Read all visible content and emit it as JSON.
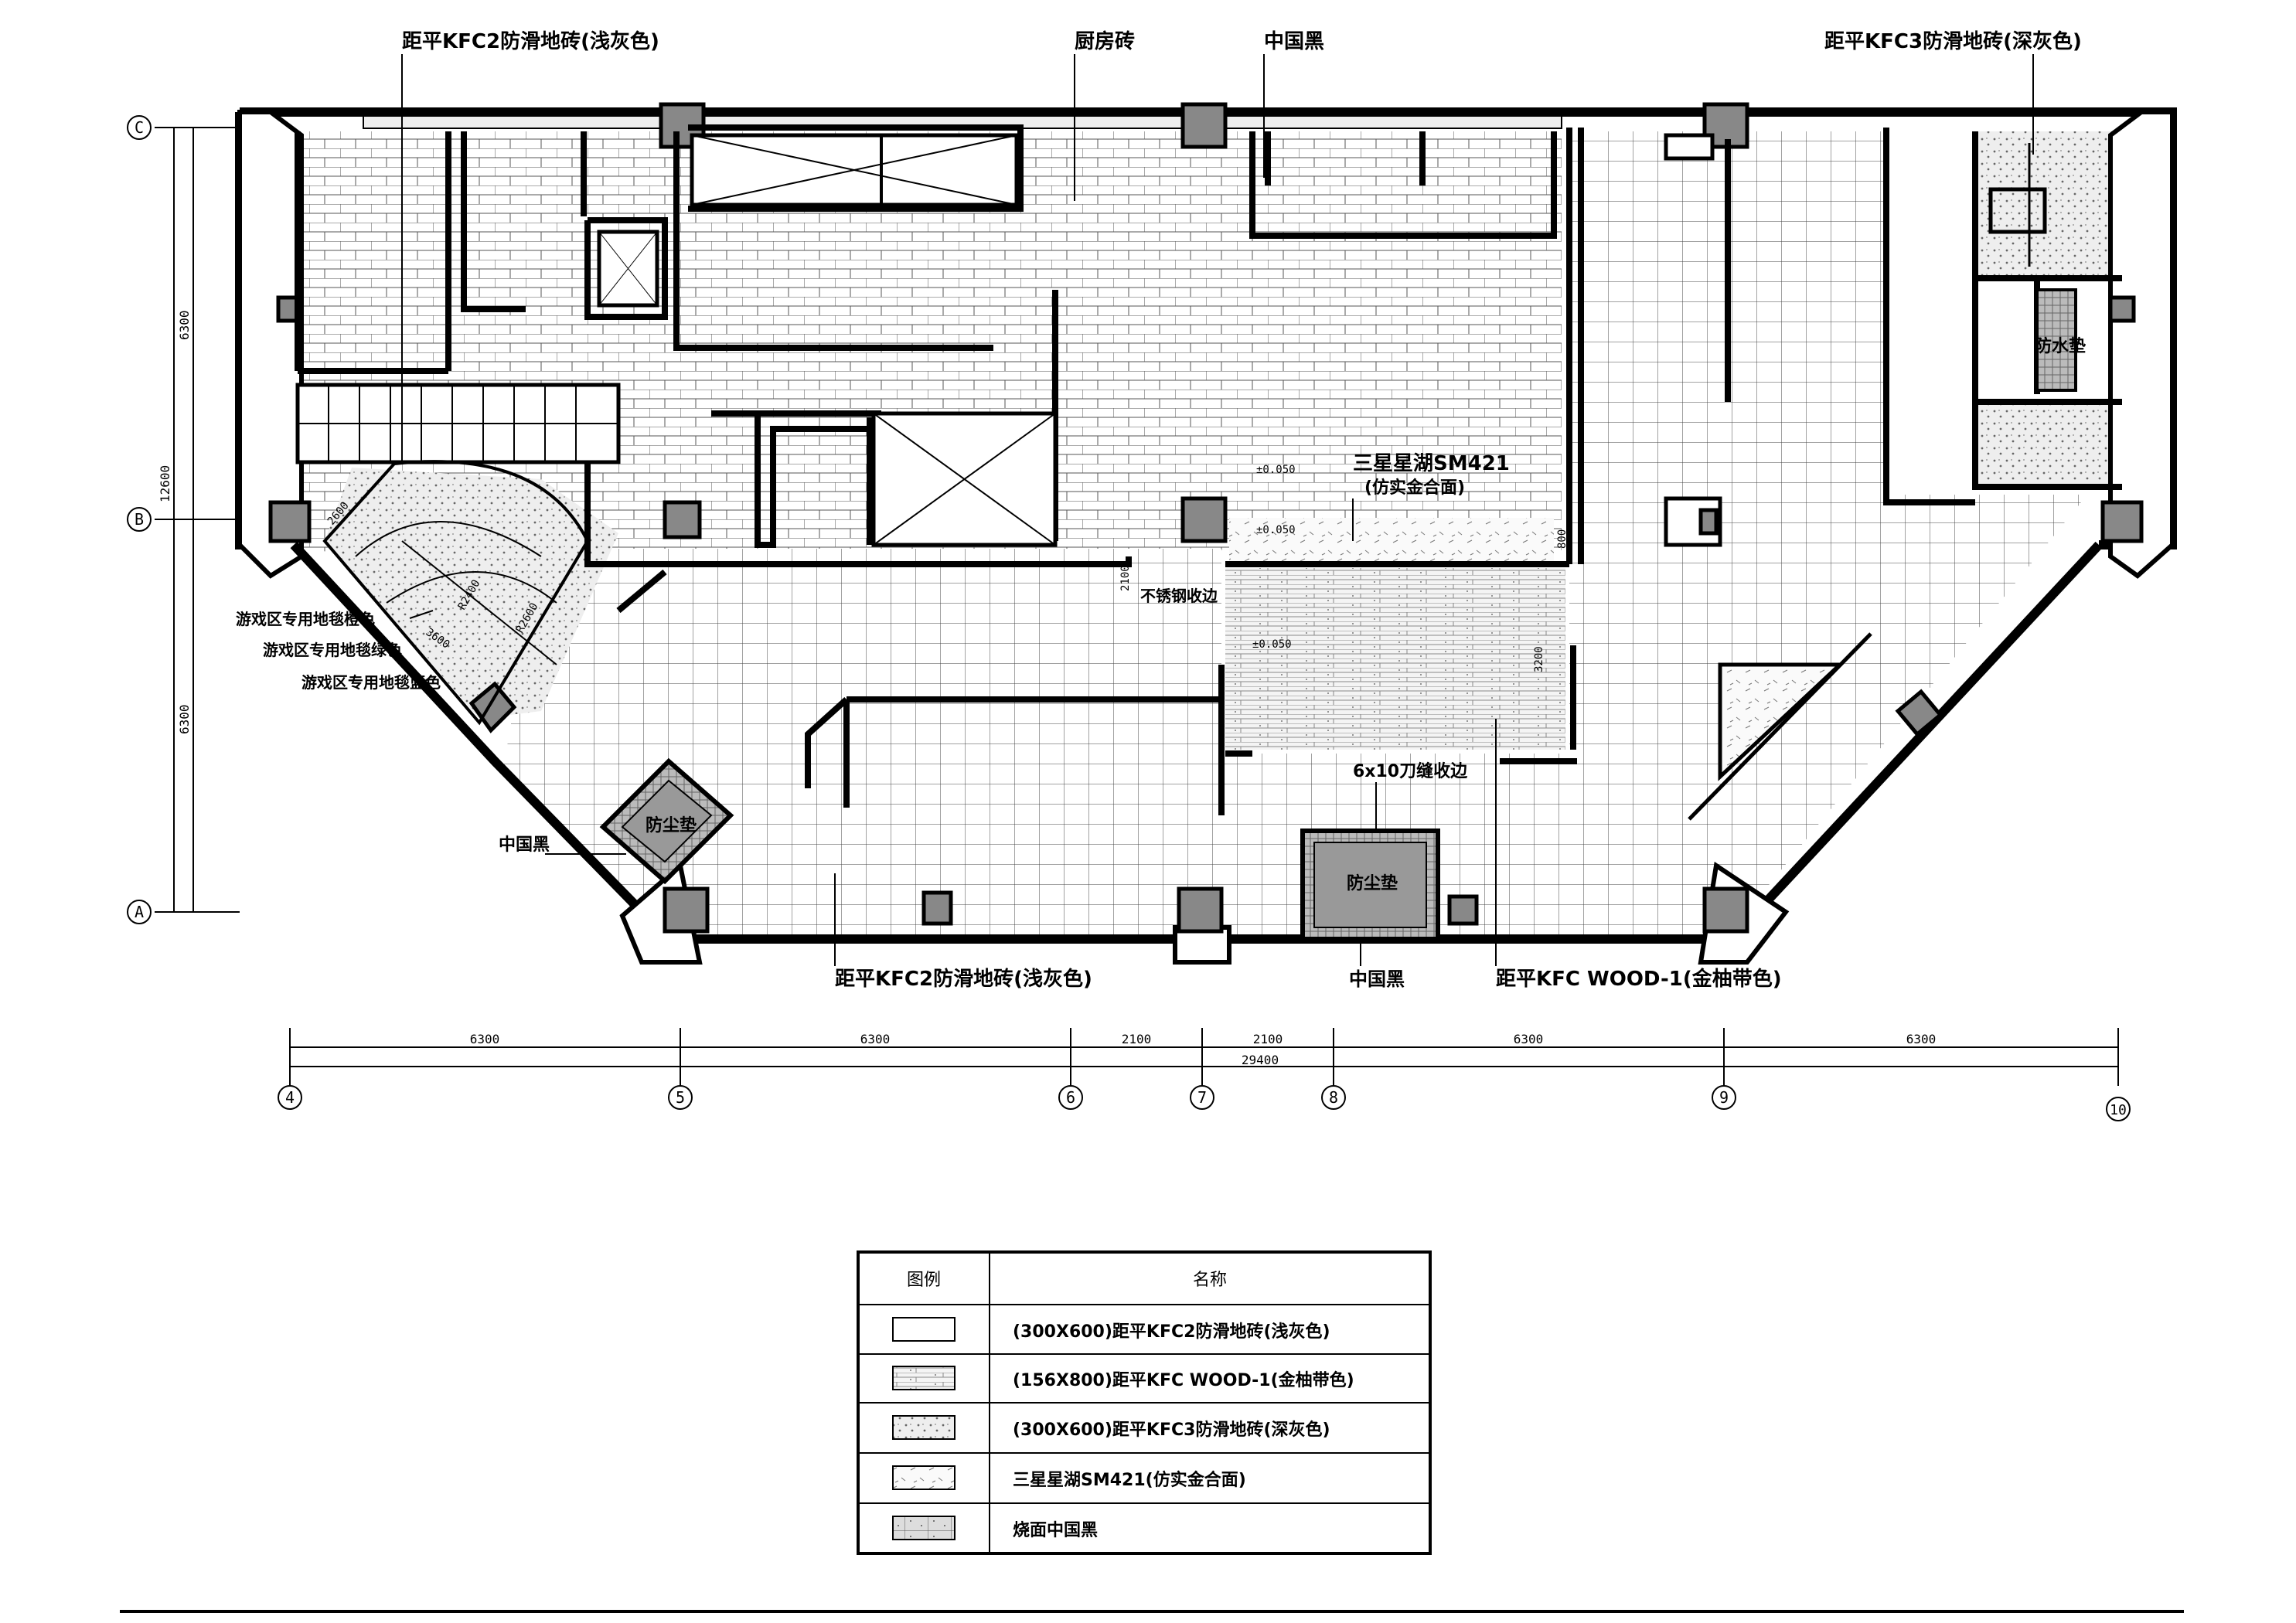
{
  "labels": {
    "top_left_floor": "距平KFC2防滑地砖(浅灰色)",
    "top_oven": "厨房砖",
    "top_mid": "中国黑",
    "top_right_floor": "距平KFC3防滑地砖(深灰色)",
    "seat_brand": "三星星湖SM421",
    "seat_brand_sub": "(仿实金合面)",
    "steel_edge": "不锈钢收边",
    "knife_edge": "6x10刀缝收边",
    "play1": "游戏区专用地毯橙色",
    "play2": "游戏区专用地毯绿色",
    "play3": "游戏区专用地毯蓝色",
    "left_mid": "中国黑",
    "dust_mat": "防尘垫",
    "water_mat": "防水垫",
    "bottom_floor": "距平KFC2防滑地砖(浅灰色)",
    "bottom_mid": "中国黑",
    "bottom_wood": "距平KFC WOOD-1(金柚带色)"
  },
  "levels": {
    "l1": "±0.050",
    "l2": "±0.050",
    "l3": "±0.050"
  },
  "dims": {
    "v_top": "6300",
    "v_total": "12600",
    "v_bottom": "6300",
    "bottom": [
      "6300",
      "6300",
      "2100",
      "2100",
      "6300",
      "6300"
    ],
    "bottom_total": "29400",
    "small_a": "R2600",
    "small_b": "R2400",
    "small_c": "3200",
    "small_d": "800",
    "small_e": "2100",
    "small_f": "3600",
    "small_g": "2600"
  },
  "axes": {
    "rows": [
      "C",
      "B",
      "A"
    ],
    "cols": [
      "4",
      "5",
      "6",
      "7",
      "8",
      "9",
      "10"
    ]
  },
  "legend": {
    "header_icon": "图例",
    "header_name": "名称",
    "rows": [
      "(300X600)距平KFC2防滑地砖(浅灰色)",
      "(156X800)距平KFC WOOD-1(金柚带色)",
      "(300X600)距平KFC3防滑地砖(深灰色)",
      "三星星湖SM421(仿实金合面)",
      "烧面中国黑"
    ]
  }
}
